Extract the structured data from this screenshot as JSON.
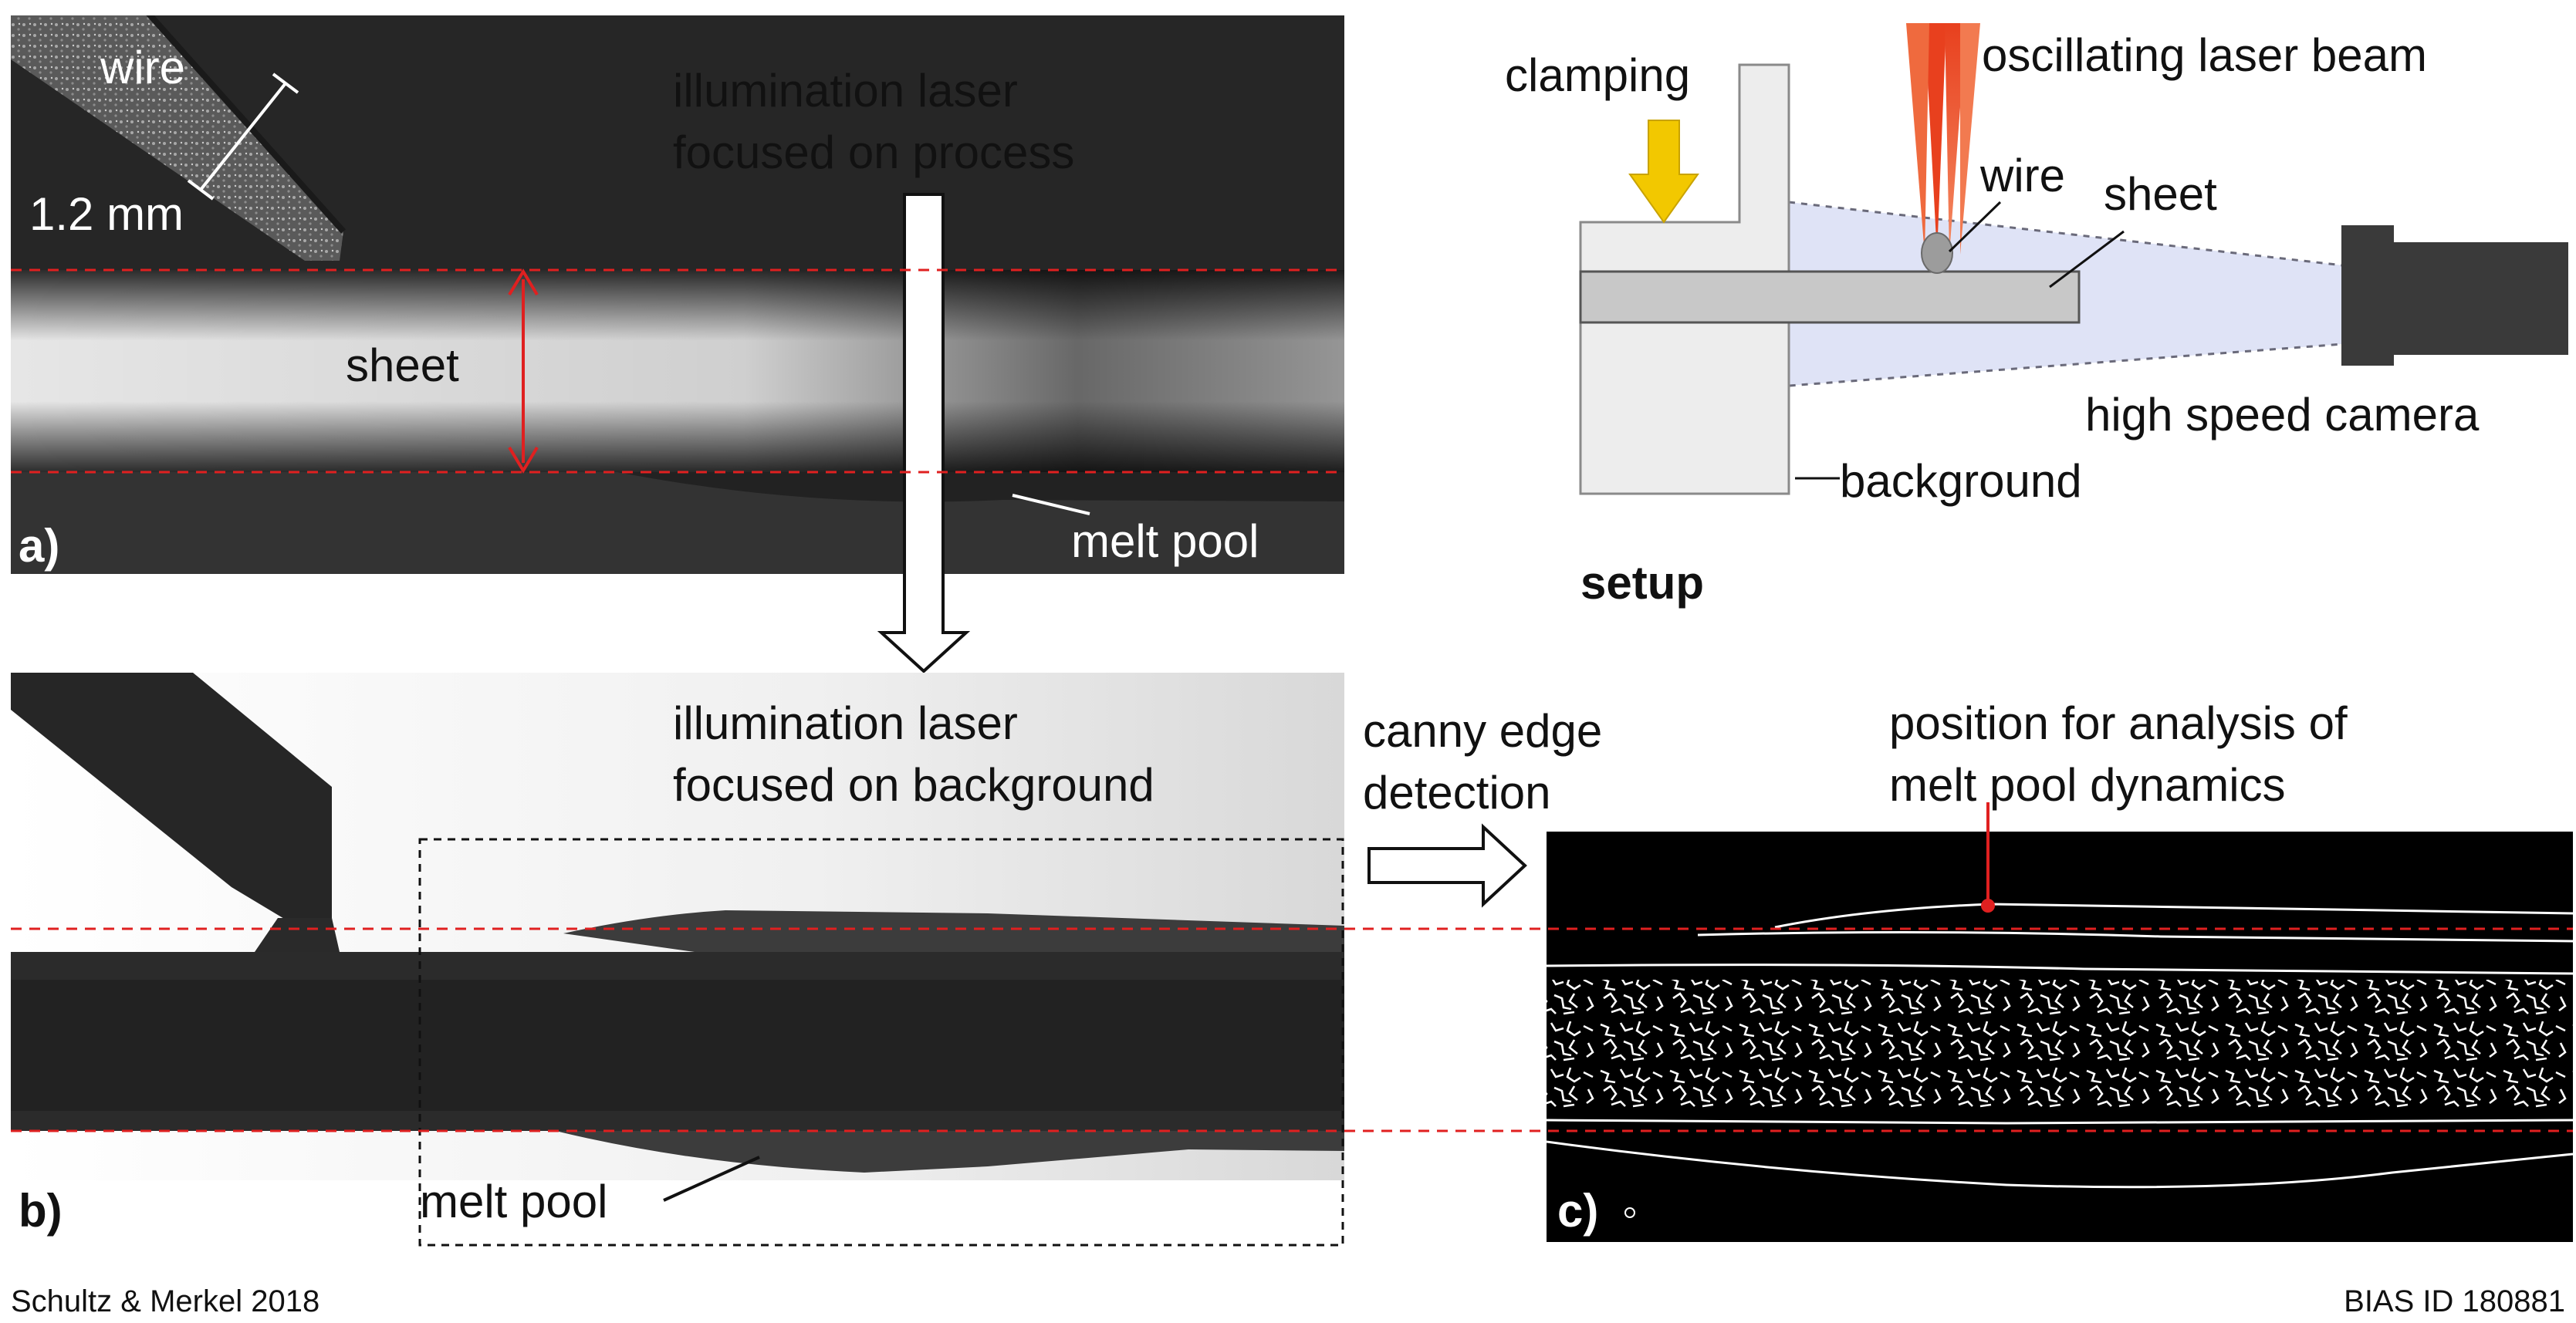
{
  "panel_a": {
    "label": "a)",
    "wire": "wire",
    "wire_diameter": "1.2 mm",
    "sheet": "sheet",
    "melt_pool": "melt pool"
  },
  "arrow_down": {
    "line1": "illumination laser",
    "line2": "focused on process"
  },
  "setup": {
    "title": "setup",
    "clamping": "clamping",
    "laser_beam": "oscillating laser beam",
    "wire": "wire",
    "sheet": "sheet",
    "camera": "high speed camera",
    "background": "background"
  },
  "panel_b": {
    "label": "b)",
    "caption_line1": "illumination laser",
    "caption_line2": "focused on background",
    "melt_pool": "melt pool"
  },
  "arrow_right": {
    "line1": "canny edge",
    "line2": "detection"
  },
  "panel_c": {
    "label": "c)",
    "caption_line1": "position for analysis of",
    "caption_line2": "melt pool dynamics"
  },
  "footer": {
    "left": "Schultz  & Merkel 2018",
    "right": "BIAS ID 180881"
  },
  "colors": {
    "guide_line": "#e02020",
    "laser_beam": "#e8401e",
    "clamp_arrow": "#f2c800",
    "view_cone": "#dfe3f6"
  }
}
